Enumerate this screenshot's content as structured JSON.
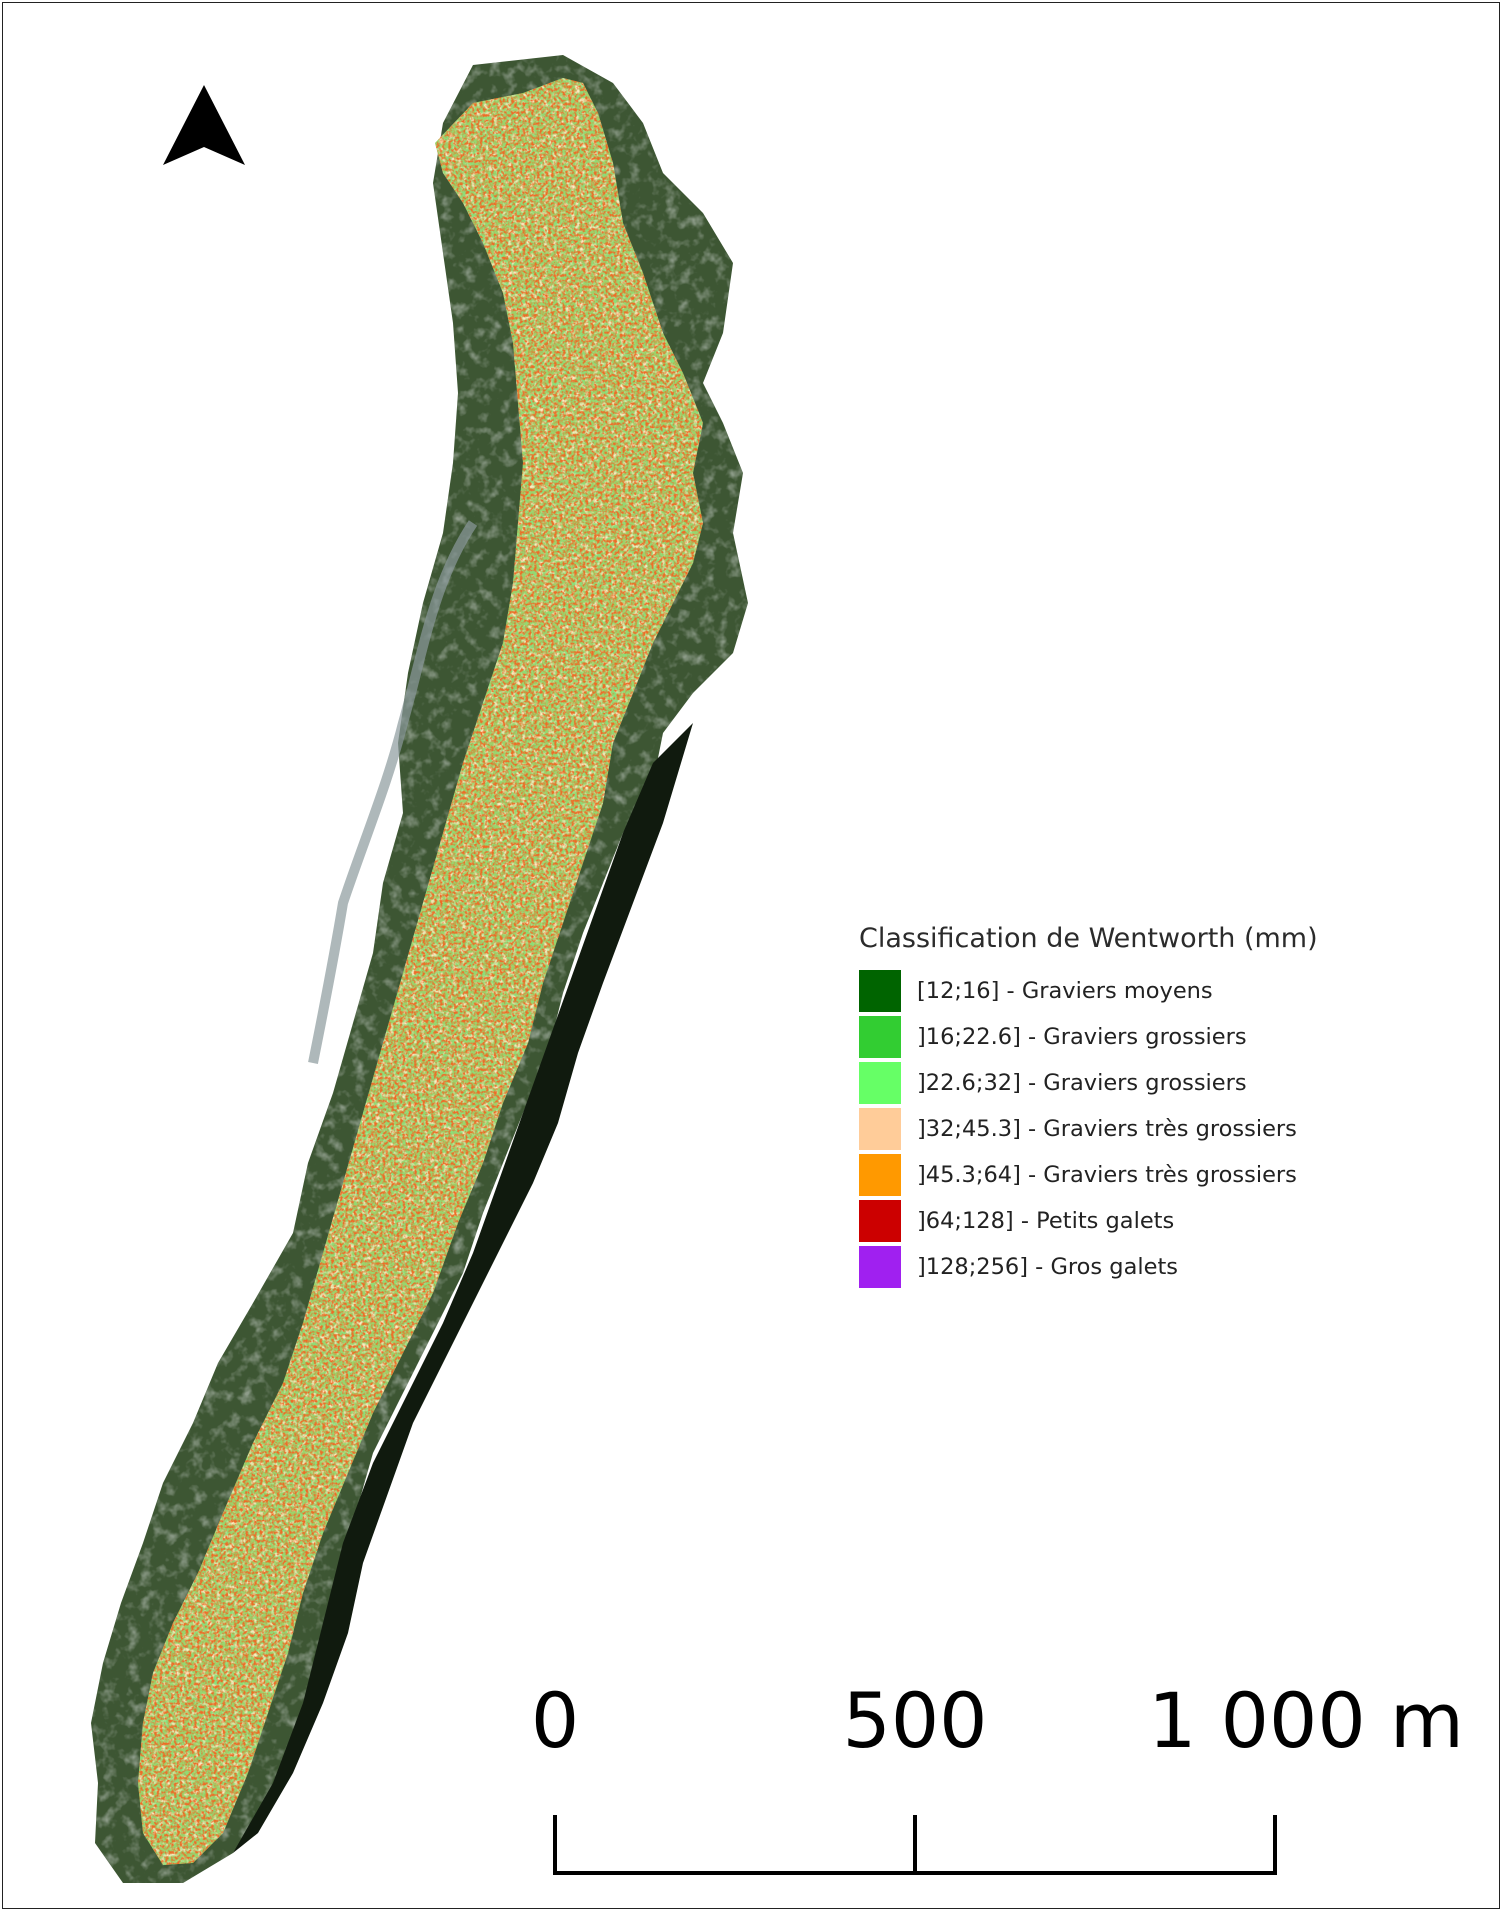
{
  "legend": {
    "title": "Classification de Wentworth (mm)",
    "items": [
      {
        "label": "[12;16] - Graviers moyens",
        "color": "#006400"
      },
      {
        "label": "]16;22.6] - Graviers grossiers",
        "color": "#32CD32"
      },
      {
        "label": "]22.6;32] - Graviers grossiers",
        "color": "#66FF66"
      },
      {
        "label": "]32;45.3] - Graviers très grossiers",
        "color": "#FFCC99"
      },
      {
        "label": "]45.3;64] - Graviers très grossiers",
        "color": "#FF9900"
      },
      {
        "label": "]64;128] - Petits galets",
        "color": "#CC0000"
      },
      {
        "label": "]128;256] - Gros galets",
        "color": "#A020F0"
      }
    ]
  },
  "scale_bar": {
    "labels": [
      "0",
      "500",
      "1 000 m"
    ],
    "ticks": [
      0,
      500,
      1000
    ],
    "unit": "m"
  },
  "north_arrow": {
    "icon": "north-arrow-icon"
  },
  "map": {
    "vegetation_color": "#3f5a33",
    "dark_vegetation_color": "#1f2e1a",
    "bar_base_color": "#9fd36a"
  }
}
